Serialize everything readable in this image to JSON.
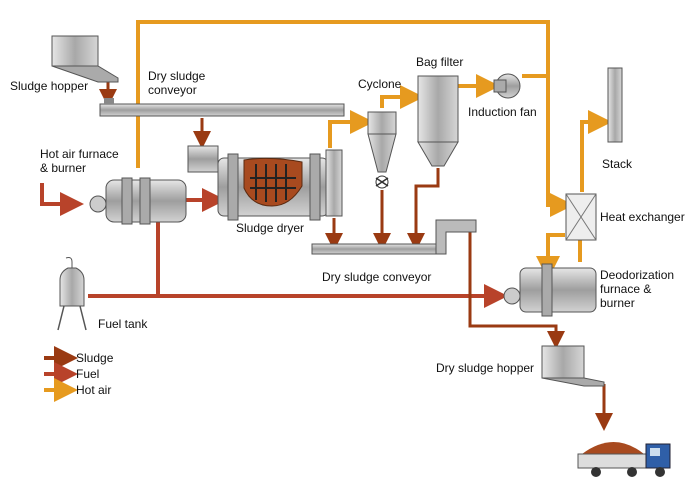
{
  "colors": {
    "sludge": "#9a3a12",
    "fuel": "#b8432a",
    "hot_air": "#e69a1f",
    "equipment": "#bfbfbf",
    "equipment_dark": "#8c8c8c",
    "sludge_fill": "#a84a1f"
  },
  "labels": {
    "sludge_hopper": "Sludge hopper",
    "dry_sludge_conveyor_top_1": "Dry sludge",
    "dry_sludge_conveyor_top_2": "conveyor",
    "hot_air_furnace_1": "Hot air furnace",
    "hot_air_furnace_2": "& burner",
    "sludge_dryer": "Sludge dryer",
    "cyclone": "Cyclone",
    "bag_filter": "Bag filter",
    "induction_fan": "Induction fan",
    "stack": "Stack",
    "heat_exchanger": "Heat exchanger",
    "dry_sludge_conveyor_bottom": "Dry sludge conveyor",
    "deodorization_1": "Deodorization",
    "deodorization_2": "furnace &",
    "deodorization_3": "burner",
    "fuel_tank": "Fuel tank",
    "dry_sludge_hopper": "Dry sludge hopper"
  },
  "legend": [
    {
      "label": "Sludge",
      "color": "#9a3a12"
    },
    {
      "label": "Fuel",
      "color": "#b8432a"
    },
    {
      "label": "Hot air",
      "color": "#e69a1f"
    }
  ]
}
